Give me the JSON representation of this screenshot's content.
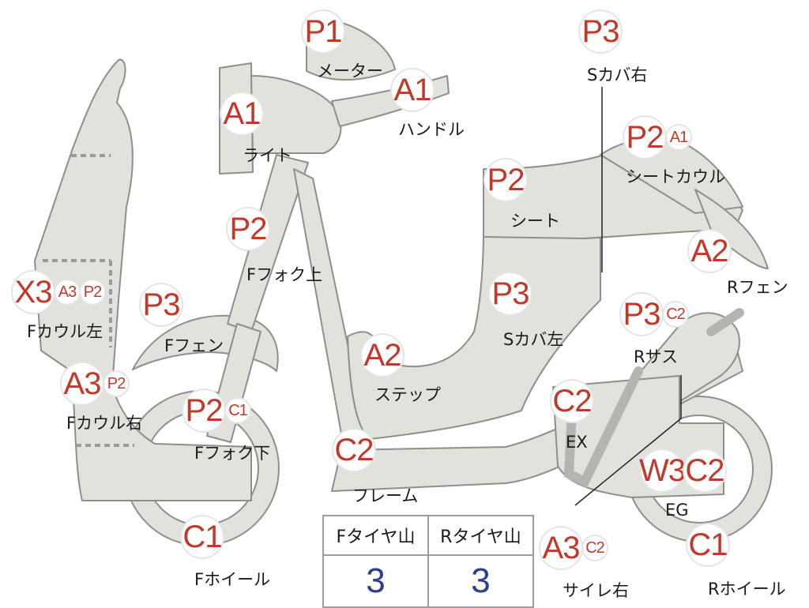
{
  "parts": {
    "meter": {
      "label": "メーター",
      "grades": [
        "P1"
      ]
    },
    "handle": {
      "label": "ハンドル",
      "grades": [
        "A1"
      ]
    },
    "light": {
      "label": "ライト",
      "grades": [
        "A1"
      ]
    },
    "s_cover_r": {
      "label": "Sカバ右",
      "grades": [
        "P3"
      ]
    },
    "seat_cowl": {
      "label": "シートカウル",
      "grades": [
        "P2",
        "A1"
      ]
    },
    "seat": {
      "label": "シート",
      "grades": [
        "P2"
      ]
    },
    "r_fender": {
      "label": "Rフェン",
      "grades": [
        "A2"
      ]
    },
    "f_fork_upper": {
      "label": "Fフォク上",
      "grades": [
        "P2"
      ]
    },
    "f_cowl_left": {
      "label": "Fカウル左",
      "grades": [
        "X3",
        "A3",
        "P2"
      ]
    },
    "f_fender": {
      "label": "Fフェン",
      "grades": [
        "P3"
      ]
    },
    "s_cover_l": {
      "label": "Sカバ左",
      "grades": [
        "P3"
      ]
    },
    "r_sus": {
      "label": "Rサス",
      "grades": [
        "P3",
        "C2"
      ]
    },
    "step": {
      "label": "ステップ",
      "grades": [
        "A2"
      ]
    },
    "f_cowl_right": {
      "label": "Fカウル右",
      "grades": [
        "A3",
        "P2"
      ]
    },
    "f_fork_lower": {
      "label": "Fフォク下",
      "grades": [
        "P2",
        "C1"
      ]
    },
    "exhaust": {
      "label": "EX",
      "grades": [
        "C2"
      ]
    },
    "frame": {
      "label": "フレーム",
      "grades": [
        "C2"
      ]
    },
    "engine": {
      "label": "EG",
      "grades": [
        "W3",
        "C2"
      ]
    },
    "f_wheel": {
      "label": "Fホイール",
      "grades": [
        "C1"
      ]
    },
    "muffler_r": {
      "label": "サイレ右",
      "grades": [
        "A3",
        "C2"
      ]
    },
    "r_wheel": {
      "label": "Rホイール",
      "grades": [
        "C1"
      ]
    }
  },
  "tread_table": {
    "front_header": "Fタイヤ山",
    "rear_header": "Rタイヤ山",
    "front_value": "3",
    "rear_value": "3"
  }
}
